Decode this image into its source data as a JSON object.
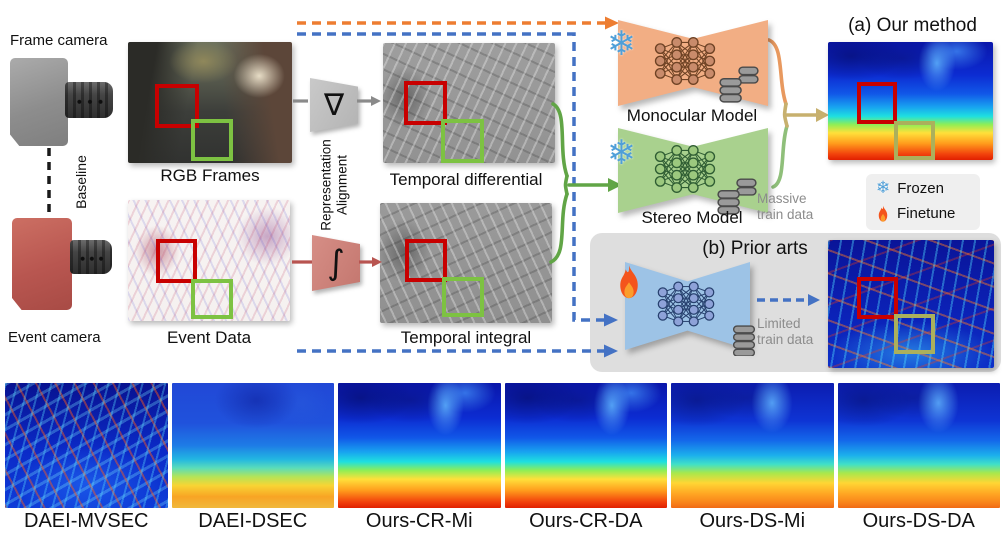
{
  "figure": {
    "left": {
      "frame_camera_label": "Frame camera",
      "event_camera_label": "Event camera",
      "baseline_label": "Baseline",
      "rgb_frames_caption": "RGB Frames",
      "event_data_caption": "Event Data"
    },
    "alignment": {
      "label": "Representation Alignment",
      "nabla_symbol": "∇",
      "integral_symbol": "∫",
      "temporal_differential_caption": "Temporal differential",
      "temporal_integral_caption": "Temporal integral"
    },
    "models": {
      "monocular_label": "Monocular Model",
      "stereo_label": "Stereo Model",
      "massive_line1": "Massive",
      "massive_line2": "train data",
      "limited_line1": "Limited",
      "limited_line2": "train data"
    },
    "our_method_title": "(a) Our method",
    "prior_arts_title": "(b) Prior arts",
    "legend": {
      "frozen_label": "Frozen",
      "finetune_label": "Finetune"
    }
  },
  "icons": {
    "snowflake": "❄"
  },
  "results": {
    "labels": [
      "DAEI-MVSEC",
      "DAEI-DSEC",
      "Ours-CR-Mi",
      "Ours-CR-DA",
      "Ours-DS-Mi",
      "Ours-DS-DA"
    ]
  },
  "colors": {
    "orange_dashed": "#ED7D31",
    "blue_dashed": "#4472C4",
    "green_arrow": "#61A546",
    "tan_arrow": "#C7B06E",
    "monocular_fill": "#F2AE84",
    "stereo_fill": "#A9D18E",
    "prior_fill": "#9DC3E6",
    "annotation_red": "#C80000",
    "annotation_green": "#7DC242"
  }
}
